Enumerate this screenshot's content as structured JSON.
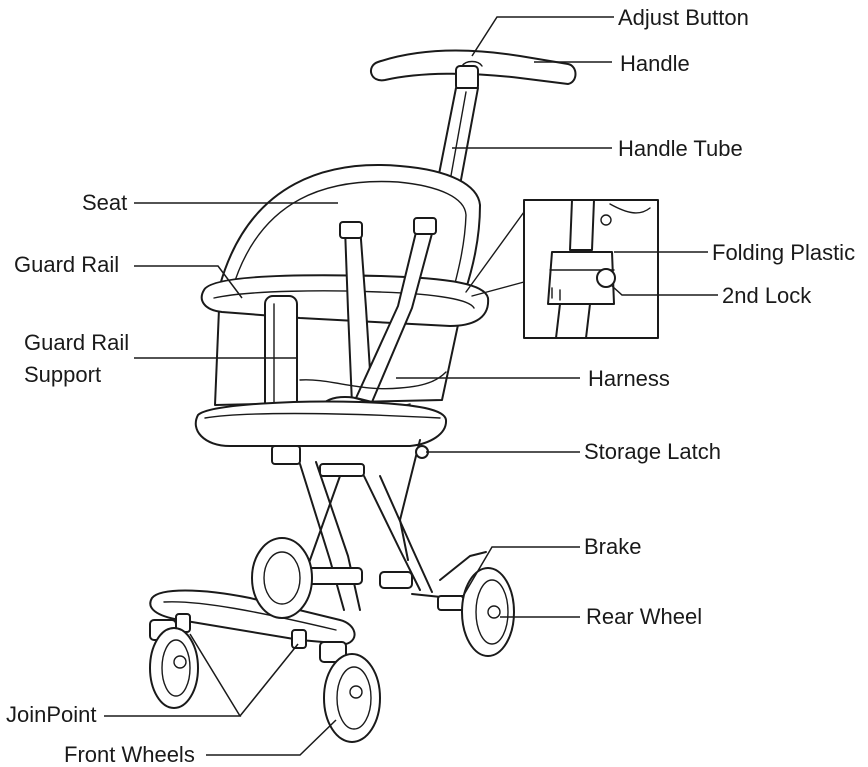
{
  "labels": {
    "adjust_button": "Adjust Button",
    "handle": "Handle",
    "handle_tube": "Handle Tube",
    "seat": "Seat",
    "guard_rail": "Guard Rail",
    "guard_rail_support_line1": "Guard Rail",
    "guard_rail_support_line2": "Support",
    "folding_plastic": "Folding Plastic",
    "second_lock": "2nd Lock",
    "harness": "Harness",
    "storage_latch": "Storage Latch",
    "brake": "Brake",
    "rear_wheel": "Rear Wheel",
    "joinpoint": "JoinPoint",
    "front_wheels": "Front Wheels"
  }
}
